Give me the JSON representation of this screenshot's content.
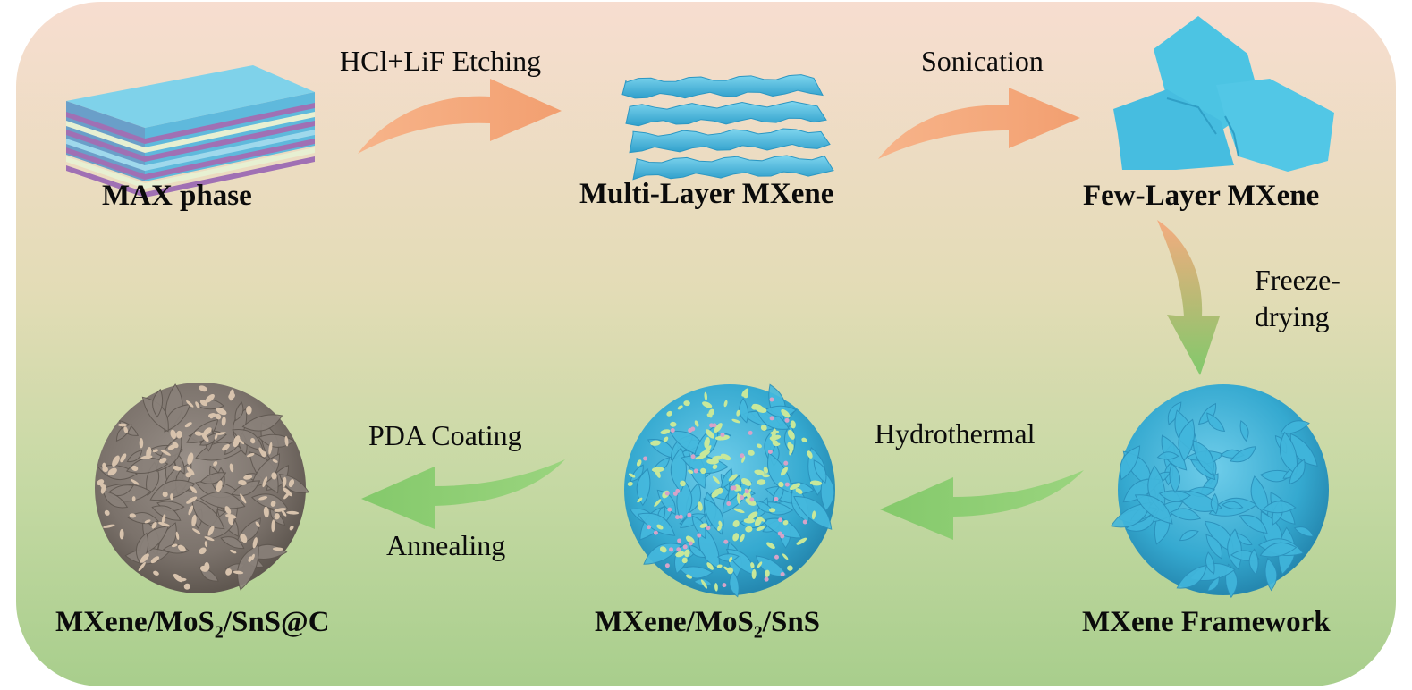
{
  "stages": {
    "max_phase": "MAX phase",
    "multi_layer": "Multi-Layer MXene",
    "few_layer": "Few-Layer MXene",
    "framework": "MXene Framework",
    "composite": {
      "prefix": "MXene/MoS",
      "sub": "2",
      "suffix": "/SnS"
    },
    "final": {
      "prefix": "MXene/MoS",
      "sub": "2",
      "suffix": "/SnS@C"
    }
  },
  "steps": {
    "etching": "HCl+LiF Etching",
    "sonication": "Sonication",
    "freeze_1": "Freeze-",
    "freeze_2": "drying",
    "hydrothermal": "Hydrothermal",
    "pda": "PDA Coating",
    "annealing": "Annealing"
  },
  "colors": {
    "background_top": "#f6ddd0",
    "background_bottom": "#a9cf8d",
    "arrow_orange": "#f4a679",
    "arrow_green": "#8ccc72",
    "mxene_cyan": "#3bb3d8",
    "mxene_light": "#7ed3ec",
    "max_purple": "#a070b4",
    "max_cream": "#e7f0d2",
    "mos2_flakes": "#c8e89a",
    "sns_dots": "#d7a3c8",
    "carbon_gray": "#807770",
    "carbon_flakes": "#d8c3ad"
  }
}
